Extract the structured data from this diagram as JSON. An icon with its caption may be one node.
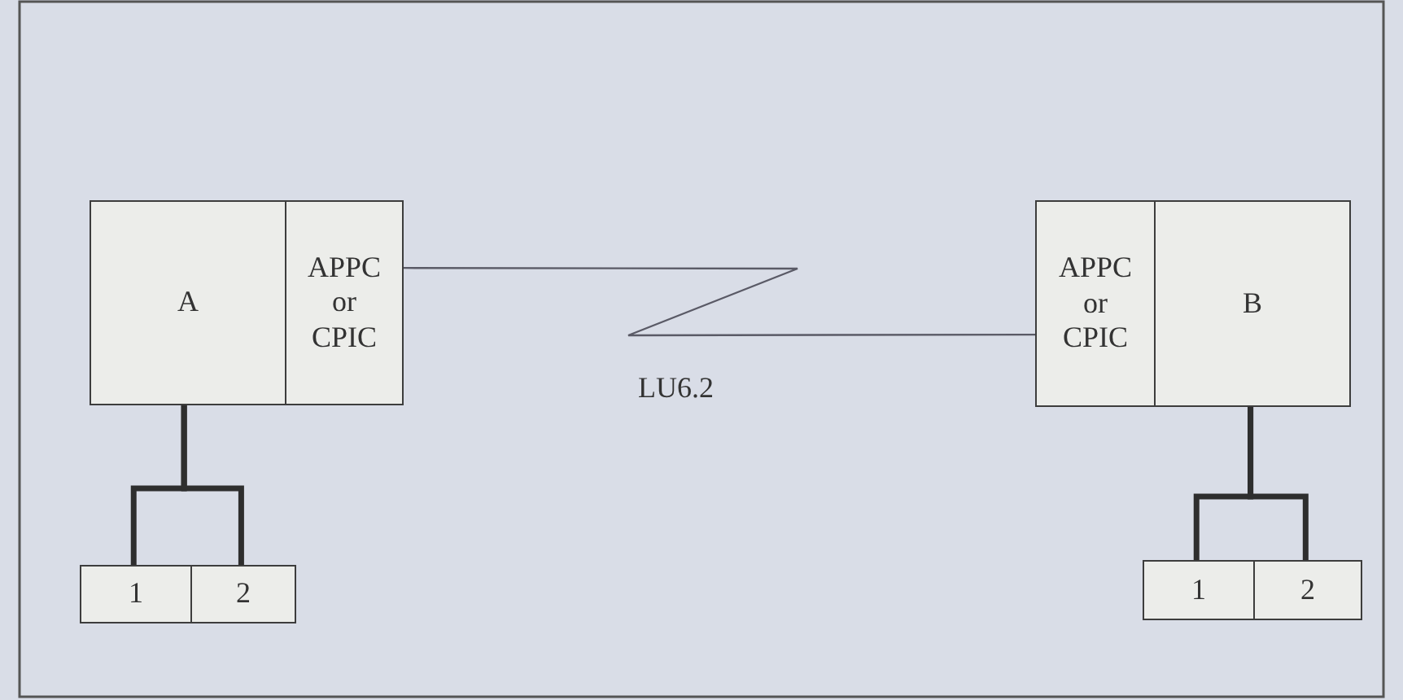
{
  "diagram": {
    "nodes": [
      {
        "text": [
          "A"
        ]
      },
      {
        "text": [
          "APPC or CPIC"
        ]
      },
      {
        "text": [
          "1"
        ]
      },
      {
        "text": [
          "2"
        ]
      },
      {
        "text": [
          "APPC or CPIC"
        ]
      },
      {
        "text": [
          "B"
        ]
      },
      {
        "text": [
          "1"
        ]
      },
      {
        "text": [
          "2"
        ]
      }
    ],
    "edges": [
      {
        "from": 1,
        "to": 4,
        "arrow": "none",
        "label": "LU6.2"
      },
      {
        "from": 0,
        "to": 2,
        "arrow": "none"
      },
      {
        "from": 0,
        "to": 3,
        "arrow": "none"
      },
      {
        "from": 5,
        "to": 6,
        "arrow": "none"
      },
      {
        "from": 5,
        "to": 7,
        "arrow": "none"
      }
    ]
  }
}
